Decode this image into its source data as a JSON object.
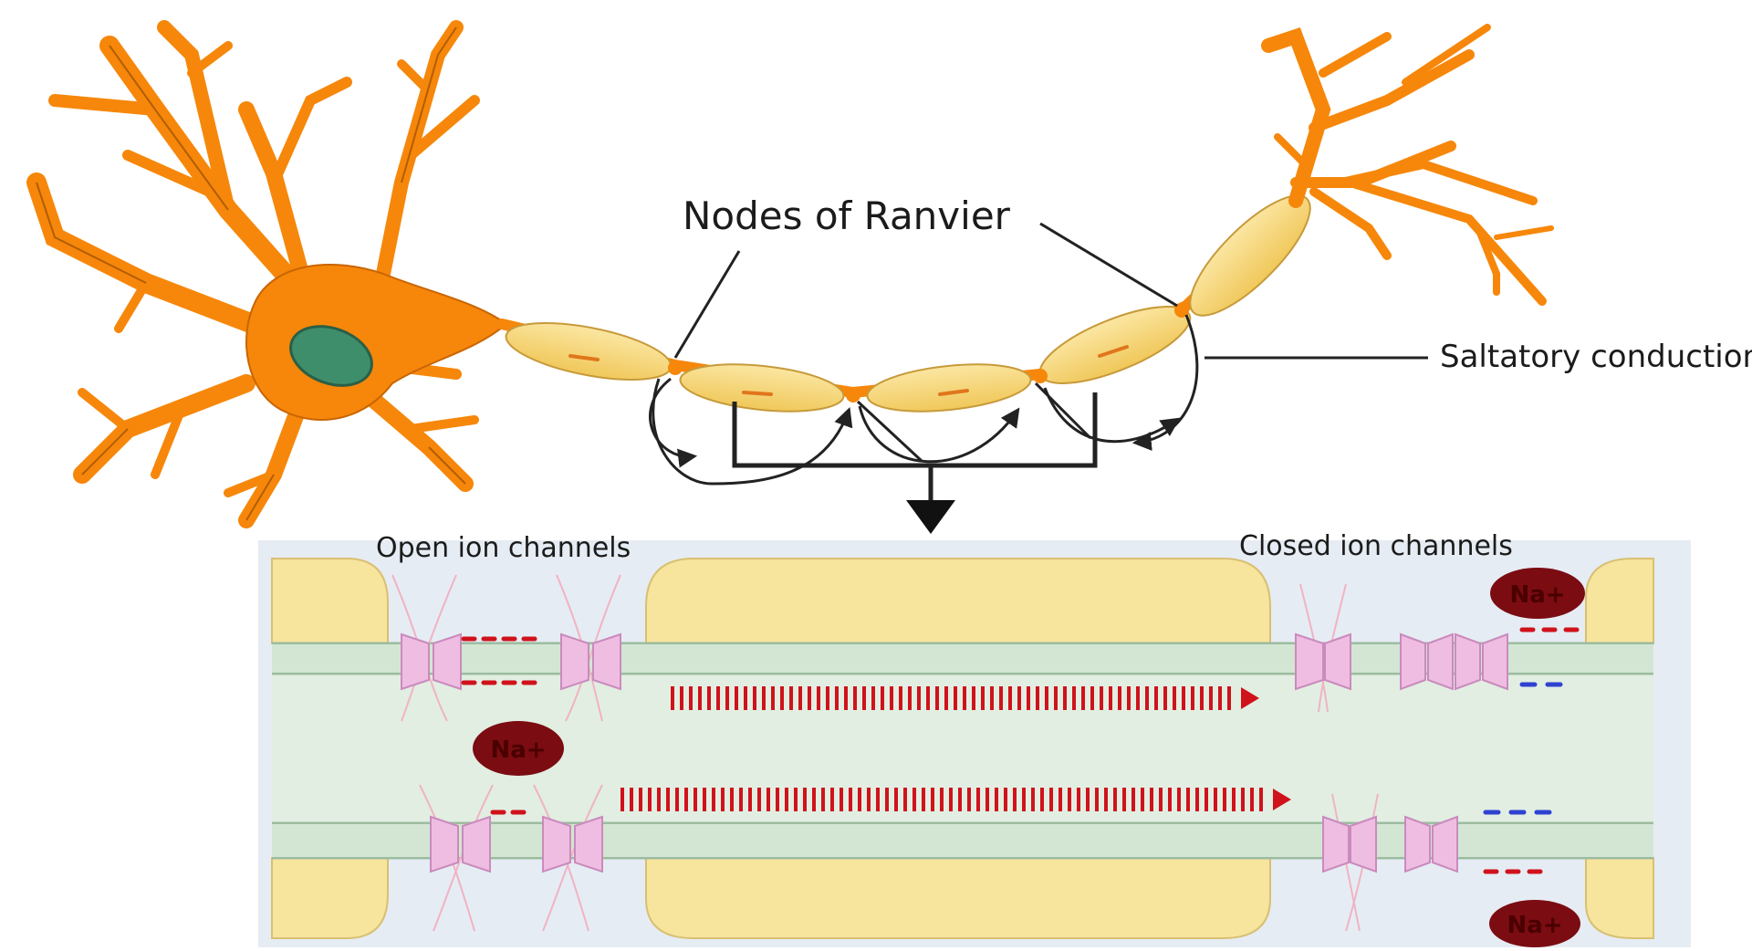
{
  "labels": {
    "nodes_of_ranvier": "Nodes of Ranvier",
    "saltatory_conduction": "Saltatory conduction",
    "open_ion_channels": "Open ion channels",
    "closed_ion_channels": "Closed ion channels",
    "na_ion": "Na+"
  },
  "colors": {
    "neuron_body": "#f6870a",
    "nucleus": "#3f8e6b",
    "myelin": "#f5d57a",
    "axon_fill": "#e2eee2",
    "channel": "#e7a9dc",
    "ion": "#7a0c12",
    "current_arrow": "#d0121b",
    "negative_charge": "#3042d1"
  }
}
